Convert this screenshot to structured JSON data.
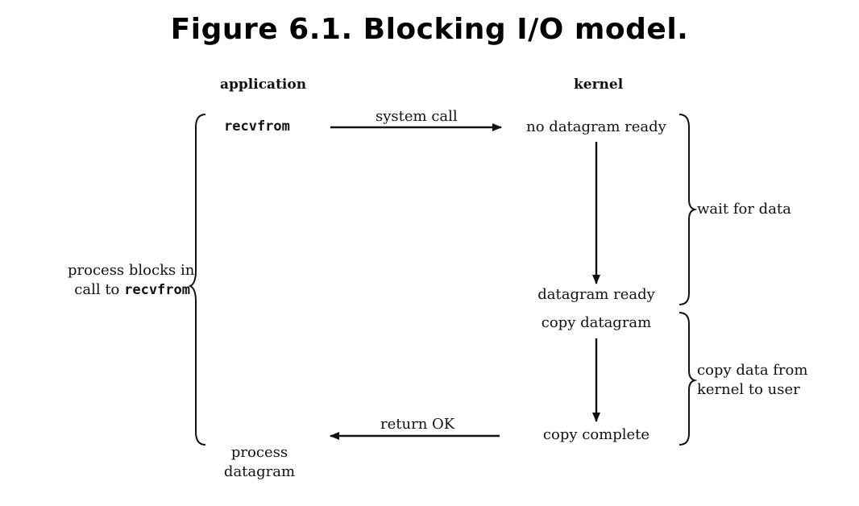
{
  "figure": {
    "title": "Figure 6.1. Blocking I/O model."
  },
  "columns": {
    "application": "application",
    "kernel": "kernel"
  },
  "application": {
    "call": "recvfrom",
    "process_line1": "process",
    "process_line2": "datagram",
    "blocks_line1": "process blocks in",
    "blocks_line2_prefix": "call to ",
    "blocks_line2_code": "recvfrom"
  },
  "arrows": {
    "system_call": "system call",
    "return_ok": "return OK"
  },
  "kernel": {
    "no_datagram_ready": "no datagram ready",
    "datagram_ready": "datagram ready",
    "copy_datagram": "copy datagram",
    "copy_complete": "copy complete"
  },
  "phases": {
    "wait_for_data": "wait for data",
    "copy_line1": "copy data from",
    "copy_line2": "kernel to user"
  }
}
